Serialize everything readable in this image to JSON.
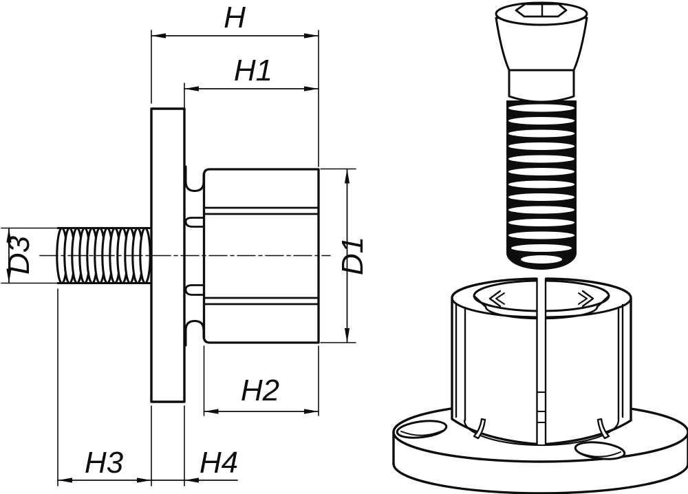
{
  "colors": {
    "line": "#0d0d0d",
    "background": "#ffffff"
  },
  "dimension_labels": {
    "h": "H",
    "h1": "H1",
    "h2": "H2",
    "h3": "H3",
    "h4": "H4",
    "d1": "D1",
    "d3": "D3"
  }
}
